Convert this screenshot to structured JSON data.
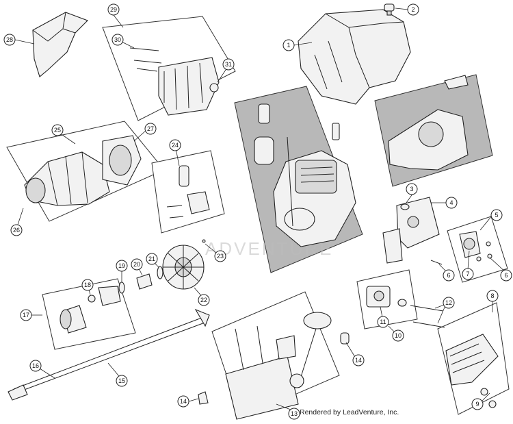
{
  "diagram": {
    "callouts": [
      {
        "id": "c1",
        "label": "1"
      },
      {
        "id": "c2",
        "label": "2"
      },
      {
        "id": "c3",
        "label": "3"
      },
      {
        "id": "c4",
        "label": "4"
      },
      {
        "id": "c5",
        "label": "5"
      },
      {
        "id": "c6a",
        "label": "6"
      },
      {
        "id": "c6b",
        "label": "6"
      },
      {
        "id": "c7",
        "label": "7"
      },
      {
        "id": "c8",
        "label": "8"
      },
      {
        "id": "c9",
        "label": "9"
      },
      {
        "id": "c10",
        "label": "10"
      },
      {
        "id": "c11",
        "label": "11"
      },
      {
        "id": "c12",
        "label": "12"
      },
      {
        "id": "c13",
        "label": "13"
      },
      {
        "id": "c14a",
        "label": "14"
      },
      {
        "id": "c14b",
        "label": "14"
      },
      {
        "id": "c15",
        "label": "15"
      },
      {
        "id": "c16",
        "label": "16"
      },
      {
        "id": "c17",
        "label": "17"
      },
      {
        "id": "c18",
        "label": "18"
      },
      {
        "id": "c19",
        "label": "19"
      },
      {
        "id": "c20",
        "label": "20"
      },
      {
        "id": "c21",
        "label": "21"
      },
      {
        "id": "c22",
        "label": "22"
      },
      {
        "id": "c23",
        "label": "23"
      },
      {
        "id": "c24",
        "label": "24"
      },
      {
        "id": "c25",
        "label": "25"
      },
      {
        "id": "c26",
        "label": "26"
      },
      {
        "id": "c27",
        "label": "27"
      },
      {
        "id": "c28",
        "label": "28"
      },
      {
        "id": "c29",
        "label": "29"
      },
      {
        "id": "c30",
        "label": "30"
      },
      {
        "id": "c31",
        "label": "31"
      }
    ],
    "watermark": "ADVENTURE",
    "footer_text": "Rendered by LeadVenture, Inc."
  }
}
